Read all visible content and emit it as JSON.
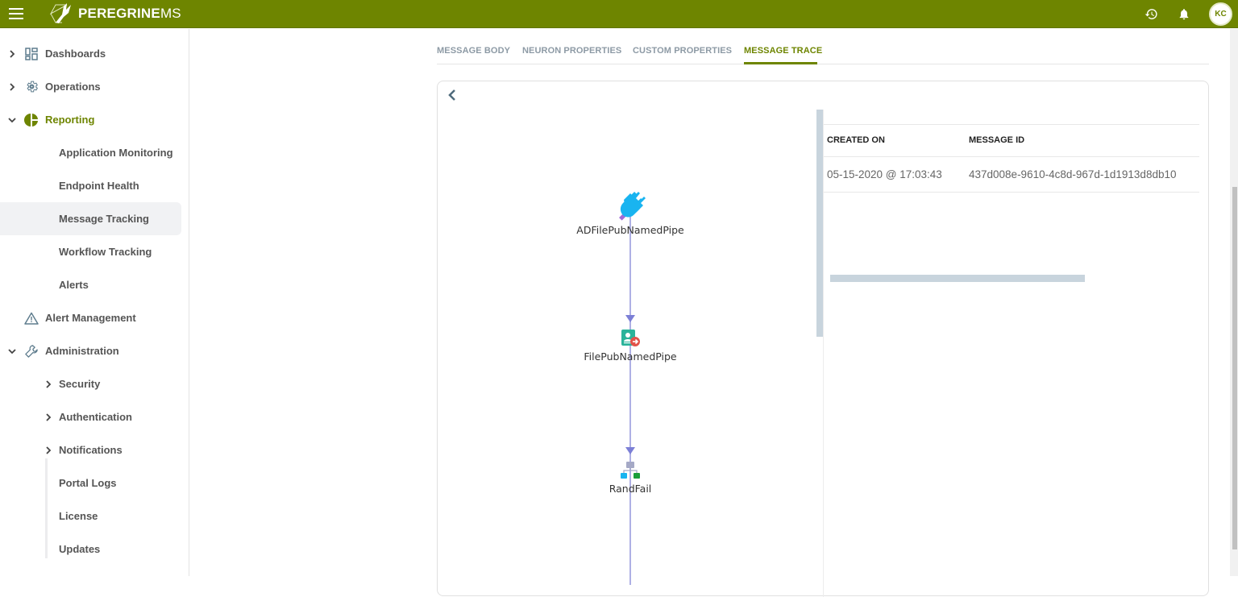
{
  "header": {
    "brand_bold": "PEREGRINE",
    "brand_light": "MS",
    "avatar_initials": "KC",
    "accent_color": "#6e8500",
    "icons": [
      "menu-icon",
      "history-icon",
      "bell-icon"
    ]
  },
  "sidebar": {
    "items": [
      {
        "label": "Dashboards",
        "icon": "dashboard-grid-icon",
        "expandable": true,
        "expanded": false
      },
      {
        "label": "Operations",
        "icon": "gear-icon",
        "expandable": true,
        "expanded": false
      },
      {
        "label": "Reporting",
        "icon": "pie-chart-icon",
        "expandable": true,
        "expanded": true,
        "active": true
      },
      {
        "label": "Application Monitoring",
        "level": 2
      },
      {
        "label": "Endpoint Health",
        "level": 2
      },
      {
        "label": "Message Tracking",
        "level": 2,
        "selected": true
      },
      {
        "label": "Workflow Tracking",
        "level": 2
      },
      {
        "label": "Alerts",
        "level": 2
      },
      {
        "label": "Alert Management",
        "icon": "warning-triangle-icon"
      },
      {
        "label": "Administration",
        "icon": "wrench-icon",
        "expandable": true,
        "expanded": true
      },
      {
        "label": "Security",
        "level": 2,
        "expandable": true
      },
      {
        "label": "Authentication",
        "level": 2,
        "expandable": true
      },
      {
        "label": "Notifications",
        "level": 2,
        "expandable": true
      },
      {
        "label": "Portal Logs",
        "level": 2
      },
      {
        "label": "License",
        "level": 2
      },
      {
        "label": "Updates",
        "level": 2
      }
    ]
  },
  "tabs": [
    {
      "label": "MESSAGE BODY"
    },
    {
      "label": "NEURON PROPERTIES"
    },
    {
      "label": "CUSTOM PROPERTIES"
    },
    {
      "label": "MESSAGE TRACE",
      "active": true
    }
  ],
  "trace": {
    "nodes": [
      {
        "label": "ADFilePubNamedPipe",
        "icon": "plug-icon"
      },
      {
        "label": "FilePubNamedPipe",
        "icon": "publish-endpoint-icon"
      },
      {
        "label": "RandFail",
        "icon": "process-tree-icon"
      }
    ],
    "table": {
      "headers": [
        "CREATED ON",
        "MESSAGE ID"
      ],
      "rows": [
        [
          "05-15-2020 @ 17:03:43",
          "437d008e-9610-4c8d-967d-1d1913d8db10"
        ]
      ]
    }
  }
}
